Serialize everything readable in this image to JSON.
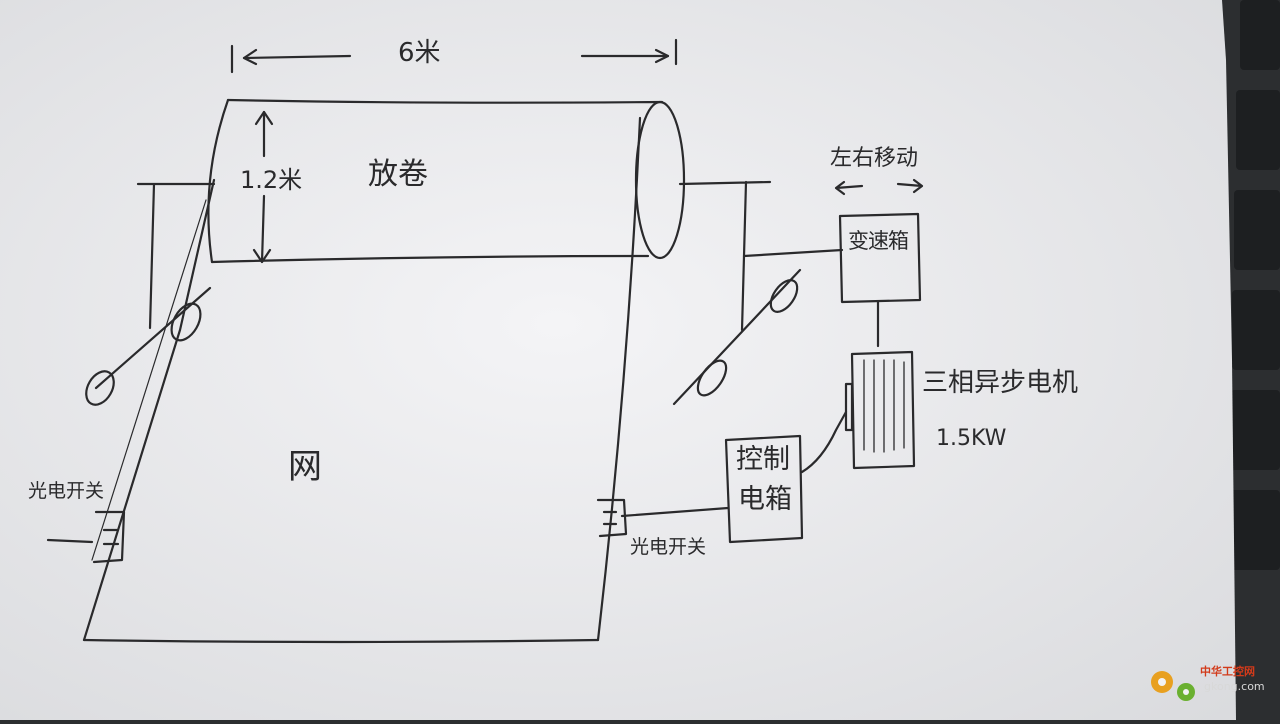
{
  "diagram": {
    "dimension_width": "6米",
    "dimension_height": "1.2米",
    "roll_label": "放卷",
    "movement_label": "左右移动",
    "gearbox_label": "变速箱",
    "motor_label": "三相异步电机",
    "motor_power": "1.5KW",
    "net_label": "网",
    "control_box_line1": "控制",
    "control_box_line2": "电箱",
    "sensor_left_label": "光电开关",
    "sensor_right_label": "光电开关"
  },
  "watermark": {
    "brand": "中华工控网",
    "url": "gkong.com"
  },
  "colors": {
    "paper": "#f2f2f4",
    "ink": "#2a2a2c",
    "background": "#2c2e30",
    "watermark_gear": "#e8a020"
  }
}
